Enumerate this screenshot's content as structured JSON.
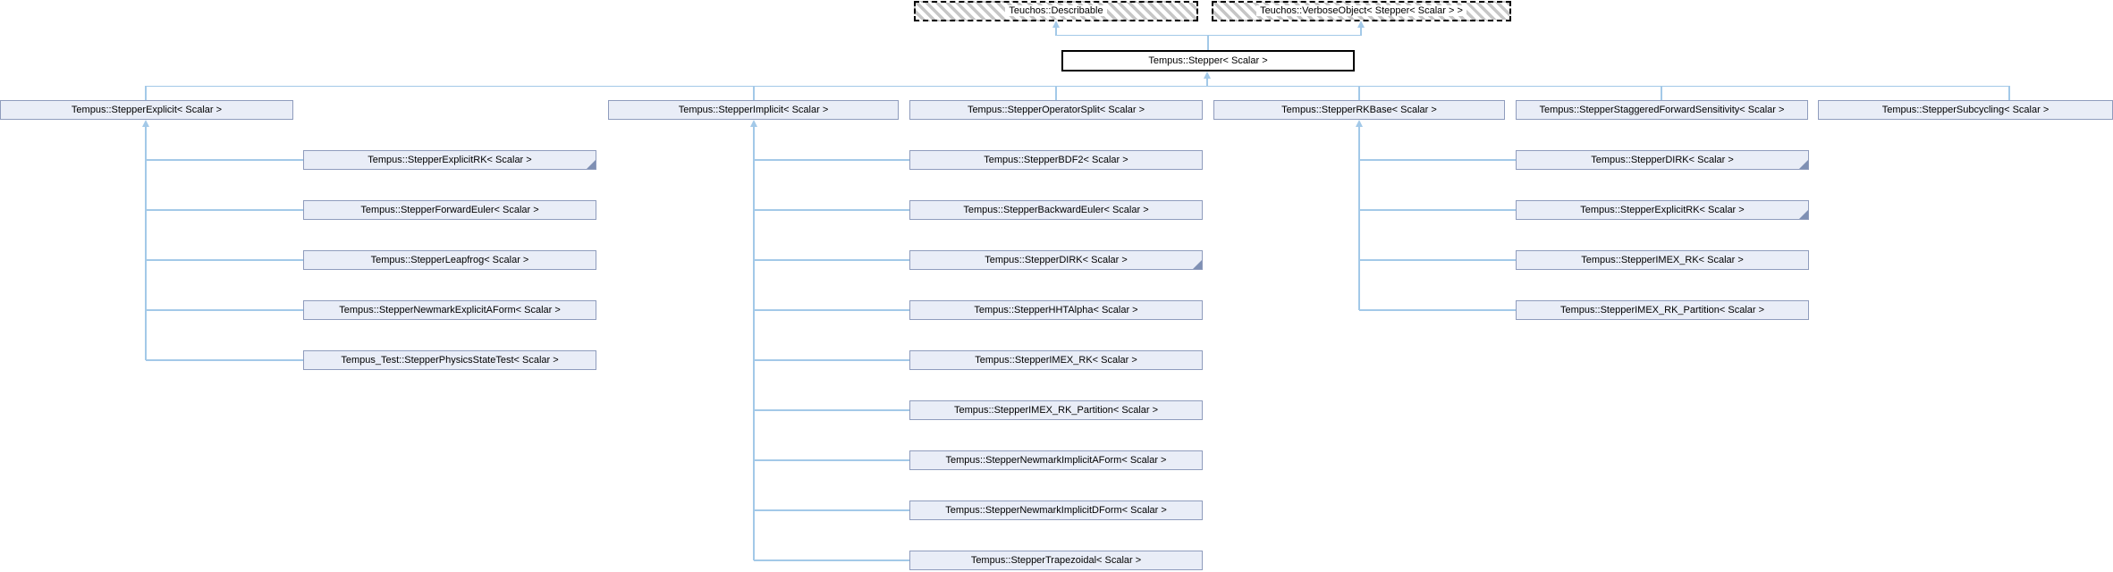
{
  "diagram_type": "class-inheritance-graph",
  "colors": {
    "background": "#ffffff",
    "node_fill": "#e9edf7",
    "node_border": "#8f9cbd",
    "root_node_border": "#000000",
    "edge": "#a3c9e8",
    "hatch_stripe": "#c6c6c6",
    "fold_marker": "#7f90b4"
  },
  "nodes": {
    "describable": {
      "label": "Teuchos::Describable",
      "style": "external-hatched"
    },
    "verbose_object": {
      "label": "Teuchos::VerboseObject< Stepper< Scalar > >",
      "style": "external-hatched"
    },
    "stepper": {
      "label": "Tempus::Stepper< Scalar >",
      "style": "current"
    },
    "row": [
      {
        "label": "Tempus::StepperExplicit< Scalar >"
      },
      {
        "label": "Tempus::StepperImplicit< Scalar >"
      },
      {
        "label": "Tempus::StepperOperatorSplit< Scalar >"
      },
      {
        "label": "Tempus::StepperRKBase< Scalar >"
      },
      {
        "label": "Tempus::StepperStaggeredForwardSensitivity< Scalar >"
      },
      {
        "label": "Tempus::StepperSubcycling< Scalar >"
      }
    ],
    "col_explicit": [
      {
        "label": "Tempus::StepperExplicitRK< Scalar >",
        "has_hidden_subclasses": true
      },
      {
        "label": "Tempus::StepperForwardEuler< Scalar >"
      },
      {
        "label": "Tempus::StepperLeapfrog< Scalar >"
      },
      {
        "label": "Tempus::StepperNewmarkExplicitAForm< Scalar >"
      },
      {
        "label": "Tempus_Test::StepperPhysicsStateTest< Scalar >"
      }
    ],
    "col_implicit": [
      {
        "label": "Tempus::StepperBDF2< Scalar >"
      },
      {
        "label": "Tempus::StepperBackwardEuler< Scalar >"
      },
      {
        "label": "Tempus::StepperDIRK< Scalar >",
        "has_hidden_subclasses": true
      },
      {
        "label": "Tempus::StepperHHTAlpha< Scalar >"
      },
      {
        "label": "Tempus::StepperIMEX_RK< Scalar >"
      },
      {
        "label": "Tempus::StepperIMEX_RK_Partition< Scalar >"
      },
      {
        "label": "Tempus::StepperNewmarkImplicitAForm< Scalar >"
      },
      {
        "label": "Tempus::StepperNewmarkImplicitDForm< Scalar >"
      },
      {
        "label": "Tempus::StepperTrapezoidal< Scalar >"
      }
    ],
    "col_rkbase": [
      {
        "label": "Tempus::StepperDIRK< Scalar >",
        "has_hidden_subclasses": true
      },
      {
        "label": "Tempus::StepperExplicitRK< Scalar >",
        "has_hidden_subclasses": true
      },
      {
        "label": "Tempus::StepperIMEX_RK< Scalar >"
      },
      {
        "label": "Tempus::StepperIMEX_RK_Partition< Scalar >"
      }
    ]
  }
}
